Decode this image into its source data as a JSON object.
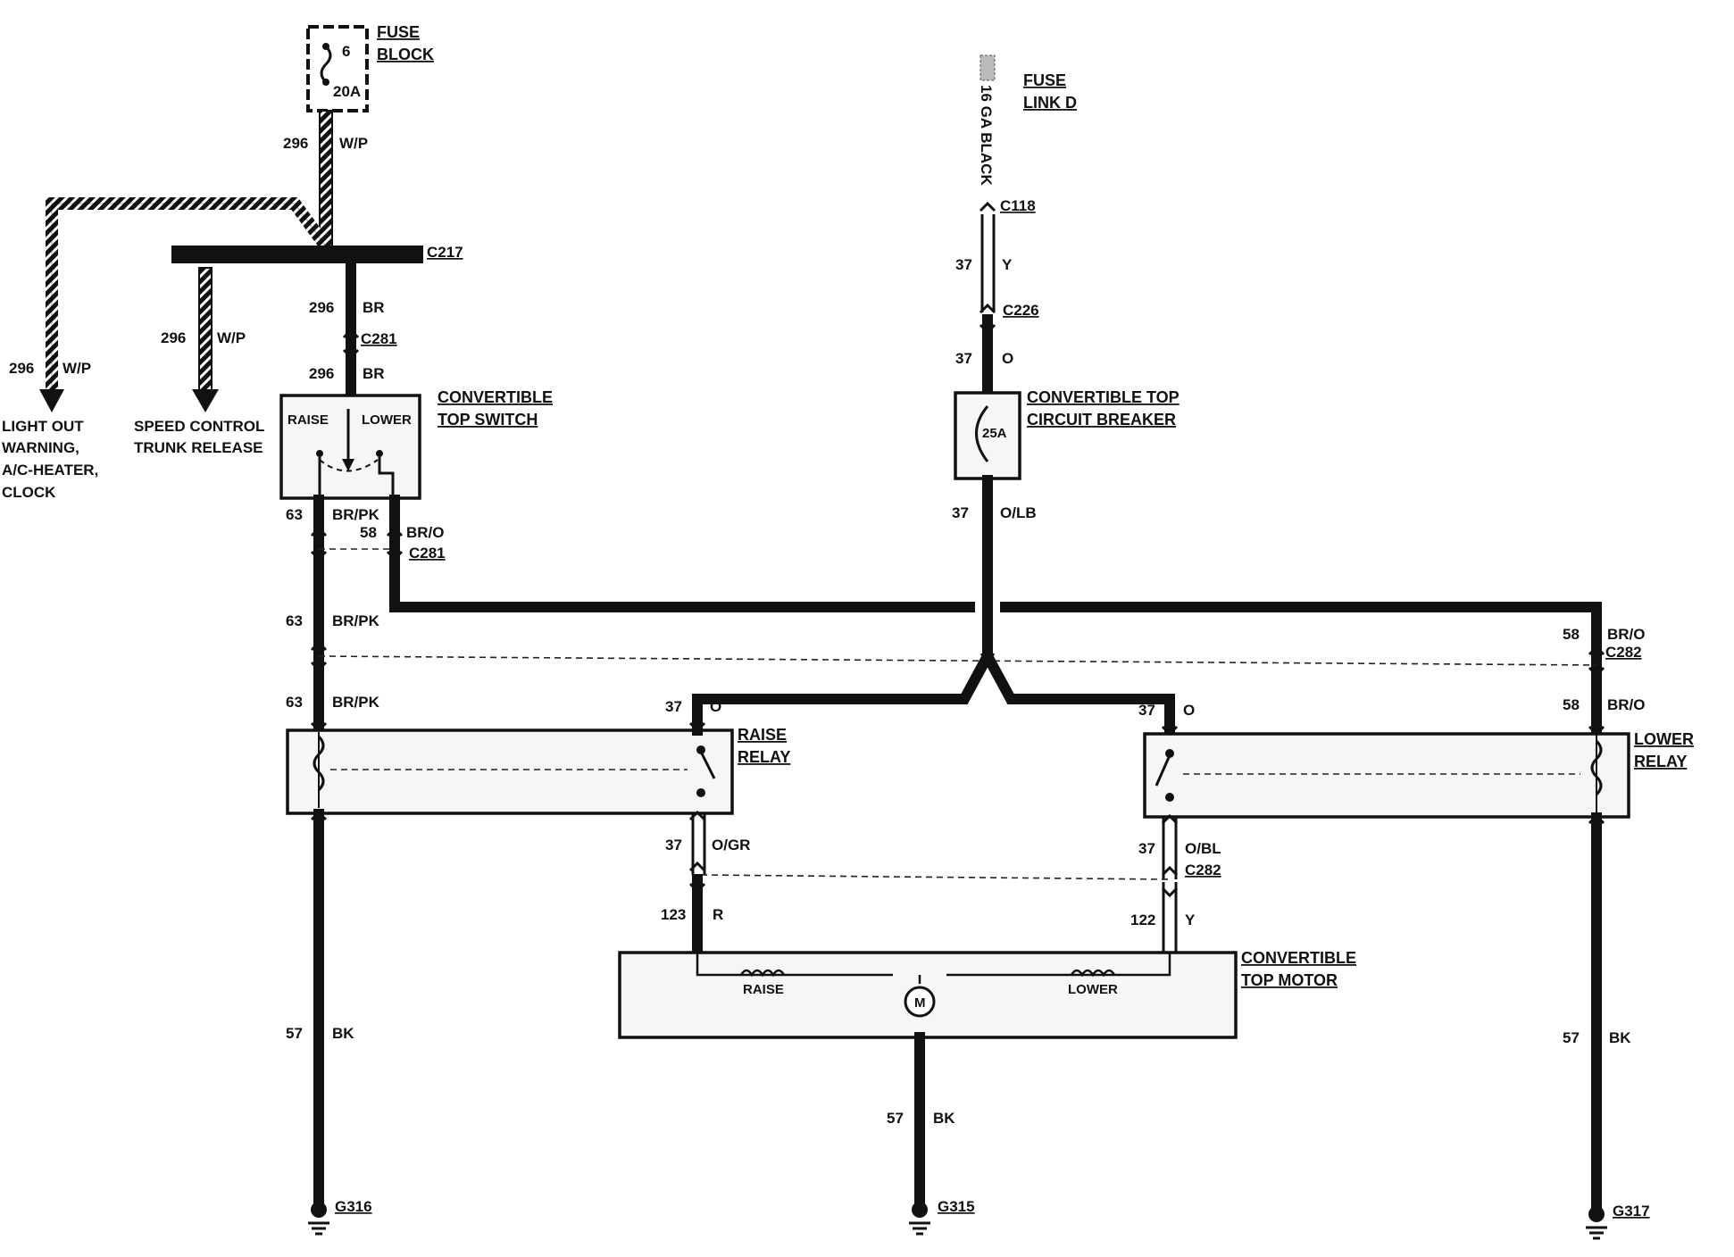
{
  "components": {
    "fuse_block": {
      "title_1": "FUSE",
      "title_2": "BLOCK",
      "fuse_number": "6",
      "rating": "20A"
    },
    "fuse_link": {
      "title_1": "FUSE",
      "title_2": "LINK D",
      "wire_spec": "16 GA BLACK"
    },
    "top_switch": {
      "title_1": "CONVERTIBLE",
      "title_2": "TOP SWITCH",
      "raise": "RAISE",
      "lower": "LOWER"
    },
    "circuit_breaker": {
      "title_1": "CONVERTIBLE TOP",
      "title_2": "CIRCUIT BREAKER",
      "rating": "25A"
    },
    "raise_relay": {
      "title_1": "RAISE",
      "title_2": "RELAY"
    },
    "lower_relay": {
      "title_1": "LOWER",
      "title_2": "RELAY"
    },
    "top_motor": {
      "title_1": "CONVERTIBLE",
      "title_2": "TOP MOTOR",
      "raise": "RAISE",
      "lower": "LOWER",
      "motor": "M"
    }
  },
  "connectors": {
    "c217": "C217",
    "c281a": "C281",
    "c281b": "C281",
    "c118": "C118",
    "c226": "C226",
    "c282a": "C282",
    "c282b": "C282"
  },
  "grounds": {
    "g316": "G316",
    "g315": "G315",
    "g317": "G317"
  },
  "destinations": {
    "light_out": [
      "LIGHT OUT",
      "WARNING,",
      "A/C-HEATER,",
      "CLOCK"
    ],
    "speed_control": [
      "SPEED CONTROL",
      "TRUNK RELEASE"
    ]
  },
  "wires": [
    {
      "circuit": "296",
      "color": "W/P"
    },
    {
      "circuit": "296",
      "color": "W/P"
    },
    {
      "circuit": "296",
      "color": "W/P"
    },
    {
      "circuit": "296",
      "color": "BR"
    },
    {
      "circuit": "296",
      "color": "BR"
    },
    {
      "circuit": "63",
      "color": "BR/PK"
    },
    {
      "circuit": "58",
      "color": "BR/O"
    },
    {
      "circuit": "63",
      "color": "BR/PK"
    },
    {
      "circuit": "63",
      "color": "BR/PK"
    },
    {
      "circuit": "57",
      "color": "BK"
    },
    {
      "circuit": "37",
      "color": "Y"
    },
    {
      "circuit": "37",
      "color": "O"
    },
    {
      "circuit": "37",
      "color": "O/LB"
    },
    {
      "circuit": "37",
      "color": "O"
    },
    {
      "circuit": "37",
      "color": "O"
    },
    {
      "circuit": "37",
      "color": "O/GR"
    },
    {
      "circuit": "37",
      "color": "O/BL"
    },
    {
      "circuit": "123",
      "color": "R"
    },
    {
      "circuit": "122",
      "color": "Y"
    },
    {
      "circuit": "57",
      "color": "BK"
    },
    {
      "circuit": "58",
      "color": "BR/O"
    },
    {
      "circuit": "58",
      "color": "BR/O"
    },
    {
      "circuit": "57",
      "color": "BK"
    }
  ]
}
